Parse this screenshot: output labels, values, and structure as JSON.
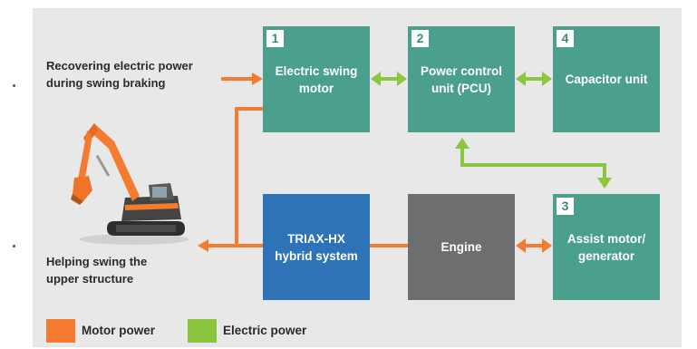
{
  "labels": {
    "recovering_line1": "Recovering electric power",
    "recovering_line2": "during swing braking",
    "helping_line1": "Helping swing the",
    "helping_line2": "upper structure"
  },
  "boxes": {
    "swing_motor": {
      "number": "1",
      "line1": "Electric swing",
      "line2": "motor"
    },
    "pcu": {
      "number": "2",
      "line1": "Power control",
      "line2": "unit (PCU)"
    },
    "capacitor": {
      "number": "4",
      "line1": "Capacitor unit"
    },
    "assist_motor": {
      "number": "3",
      "line1": "Assist motor/",
      "line2": "generator"
    },
    "triax": {
      "line1": "TRIAX-HX",
      "line2": "hybrid system"
    },
    "engine": {
      "line1": "Engine"
    }
  },
  "legend": {
    "motor": "Motor power",
    "electric": "Electric power"
  },
  "colors": {
    "motor_power": "#f47b30",
    "electric_power": "#8cc63f",
    "teal_box": "#4aa08c",
    "triax_box": "#2e72b8",
    "engine_box": "#6d6e70"
  }
}
